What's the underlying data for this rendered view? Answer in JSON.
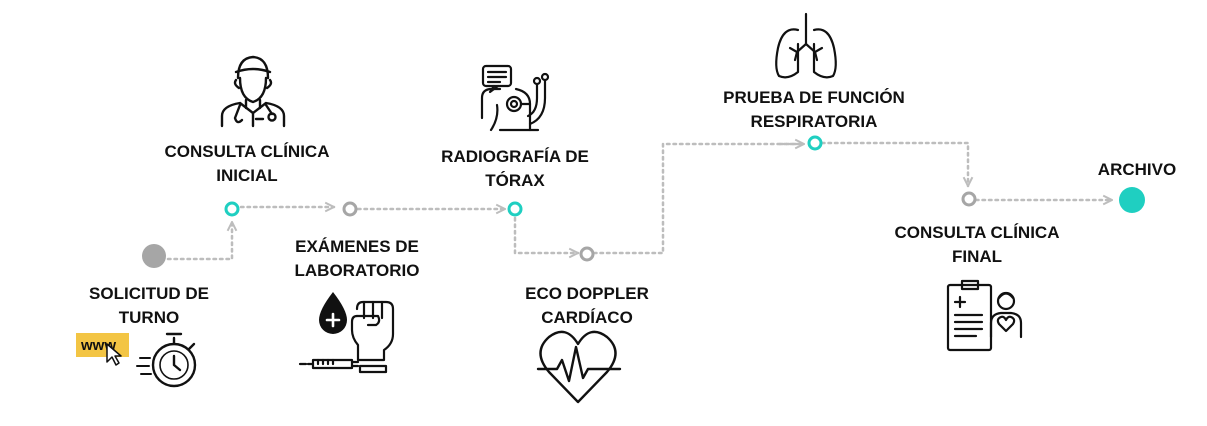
{
  "colors": {
    "accent": "#1fcfc1",
    "grey": "#a6a6a6",
    "dotted_line": "#bdbdbd",
    "text": "#111111",
    "icon_stroke": "#111111",
    "www_yellow": "#f3c544",
    "start_circle": "#a6a6a6"
  },
  "steps": [
    {
      "id": "solicitud",
      "lines": [
        "SOLICITUD DE",
        "TURNO"
      ],
      "icon": "www-stopwatch-icon",
      "marker": "filled-grey"
    },
    {
      "id": "consulta_inicial",
      "lines": [
        "CONSULTA CLÍNICA",
        "INICIAL"
      ],
      "icon": "doctor-icon",
      "marker": "ring-accent"
    },
    {
      "id": "examenes",
      "lines": [
        "EXÁMENES DE",
        "LABORATORIO"
      ],
      "icon": "blood-drop-fist-syringe-icon",
      "marker": "ring-grey"
    },
    {
      "id": "radiografia",
      "lines": [
        "RADIOGRAFÍA DE",
        "TÓRAX"
      ],
      "icon": "chest-xray-stethoscope-icon",
      "marker": "ring-accent"
    },
    {
      "id": "eco_doppler",
      "lines": [
        "ECO DOPPLER",
        "CARDÍACO"
      ],
      "icon": "heart-pulse-icon",
      "marker": "ring-grey"
    },
    {
      "id": "prueba_respiratoria",
      "lines": [
        "PRUEBA DE FUNCIÓN",
        "RESPIRATORIA"
      ],
      "icon": "lungs-icon",
      "marker": "ring-accent"
    },
    {
      "id": "consulta_final",
      "lines": [
        "CONSULTA CLÍNICA",
        "FINAL"
      ],
      "icon": "clipboard-patient-icon",
      "marker": "ring-grey"
    },
    {
      "id": "archivo",
      "lines": [
        "ARCHIVO"
      ],
      "icon": "",
      "marker": "filled-accent"
    }
  ],
  "www_text": "www"
}
